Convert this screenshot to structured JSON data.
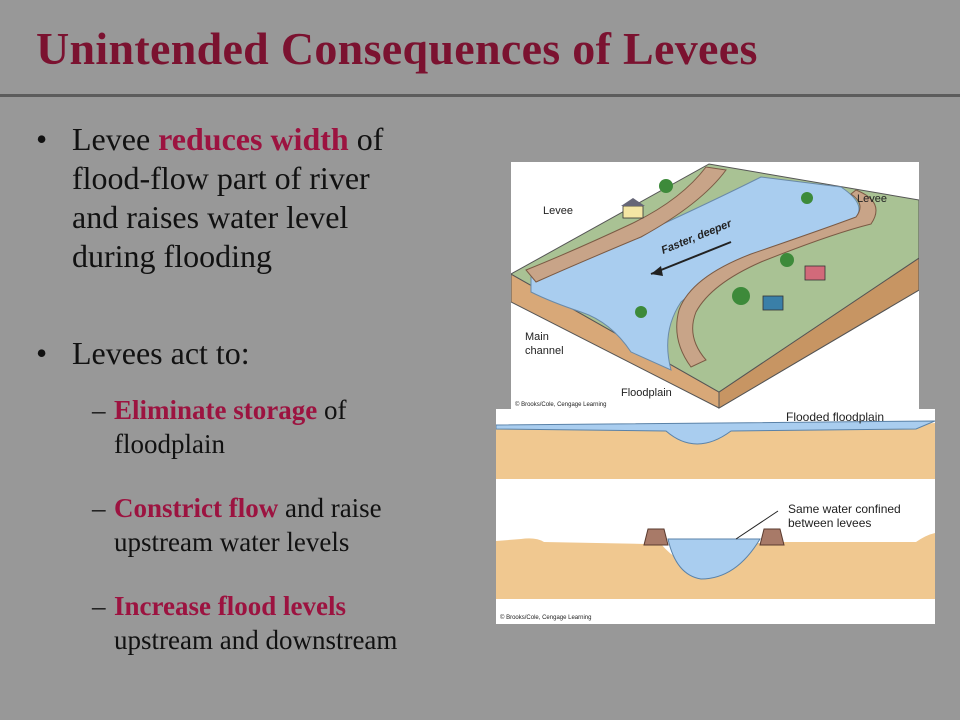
{
  "title": "Unintended Consequences of Levees",
  "bullets": [
    {
      "parts": [
        "Levee ",
        "reduces width",
        " of"
      ],
      "lines": [
        "flood-flow part of river",
        "and raises water level",
        "during flooding"
      ]
    },
    {
      "text": "Levees act to:"
    }
  ],
  "sub_bullets": [
    {
      "highlight": "Eliminate storage",
      "rest": " of",
      "line2": "floodplain"
    },
    {
      "highlight": "Constrict flow",
      "rest": " and raise",
      "line2": "upstream water levels"
    },
    {
      "highlight": "Increase flood levels",
      "rest": "",
      "line2": "upstream and downstream"
    }
  ],
  "diagram_top": {
    "labels": {
      "levee_left": "Levee",
      "levee_right": "Levee",
      "flow": "Faster, deeper",
      "main_channel_1": "Main",
      "main_channel_2": "channel",
      "floodplain": "Floodplain"
    },
    "credit": "© Brooks/Cole, Cengage Learning"
  },
  "diagram_bottom": {
    "labels": {
      "flooded": "Flooded floodplain",
      "confined_1": "Same water confined",
      "confined_2": "between levees"
    },
    "credit": "© Brooks/Cole, Cengage Learning"
  },
  "colors": {
    "background": "#989898",
    "title": "#7b1230",
    "highlight": "#9c1340",
    "water": "#a9cdef",
    "soil": "#f0c890"
  }
}
